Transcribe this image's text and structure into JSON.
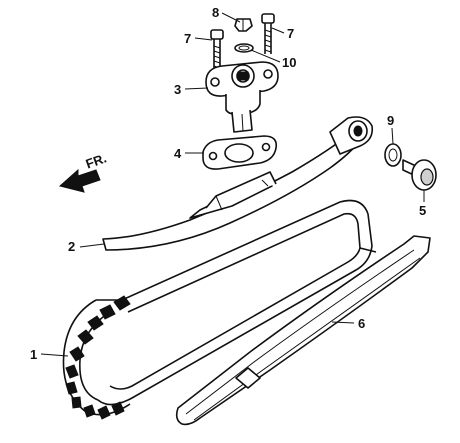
{
  "direction": {
    "label": "FR."
  },
  "callouts": [
    {
      "id": "c8",
      "text": "8"
    },
    {
      "id": "c7a",
      "text": "7"
    },
    {
      "id": "c7b",
      "text": "7"
    },
    {
      "id": "c10",
      "text": "10"
    },
    {
      "id": "c3",
      "text": "3"
    },
    {
      "id": "c9",
      "text": "9"
    },
    {
      "id": "c4",
      "text": "4"
    },
    {
      "id": "c5",
      "text": "5"
    },
    {
      "id": "c2",
      "text": "2"
    },
    {
      "id": "c6",
      "text": "6"
    },
    {
      "id": "c1",
      "text": "1"
    }
  ]
}
